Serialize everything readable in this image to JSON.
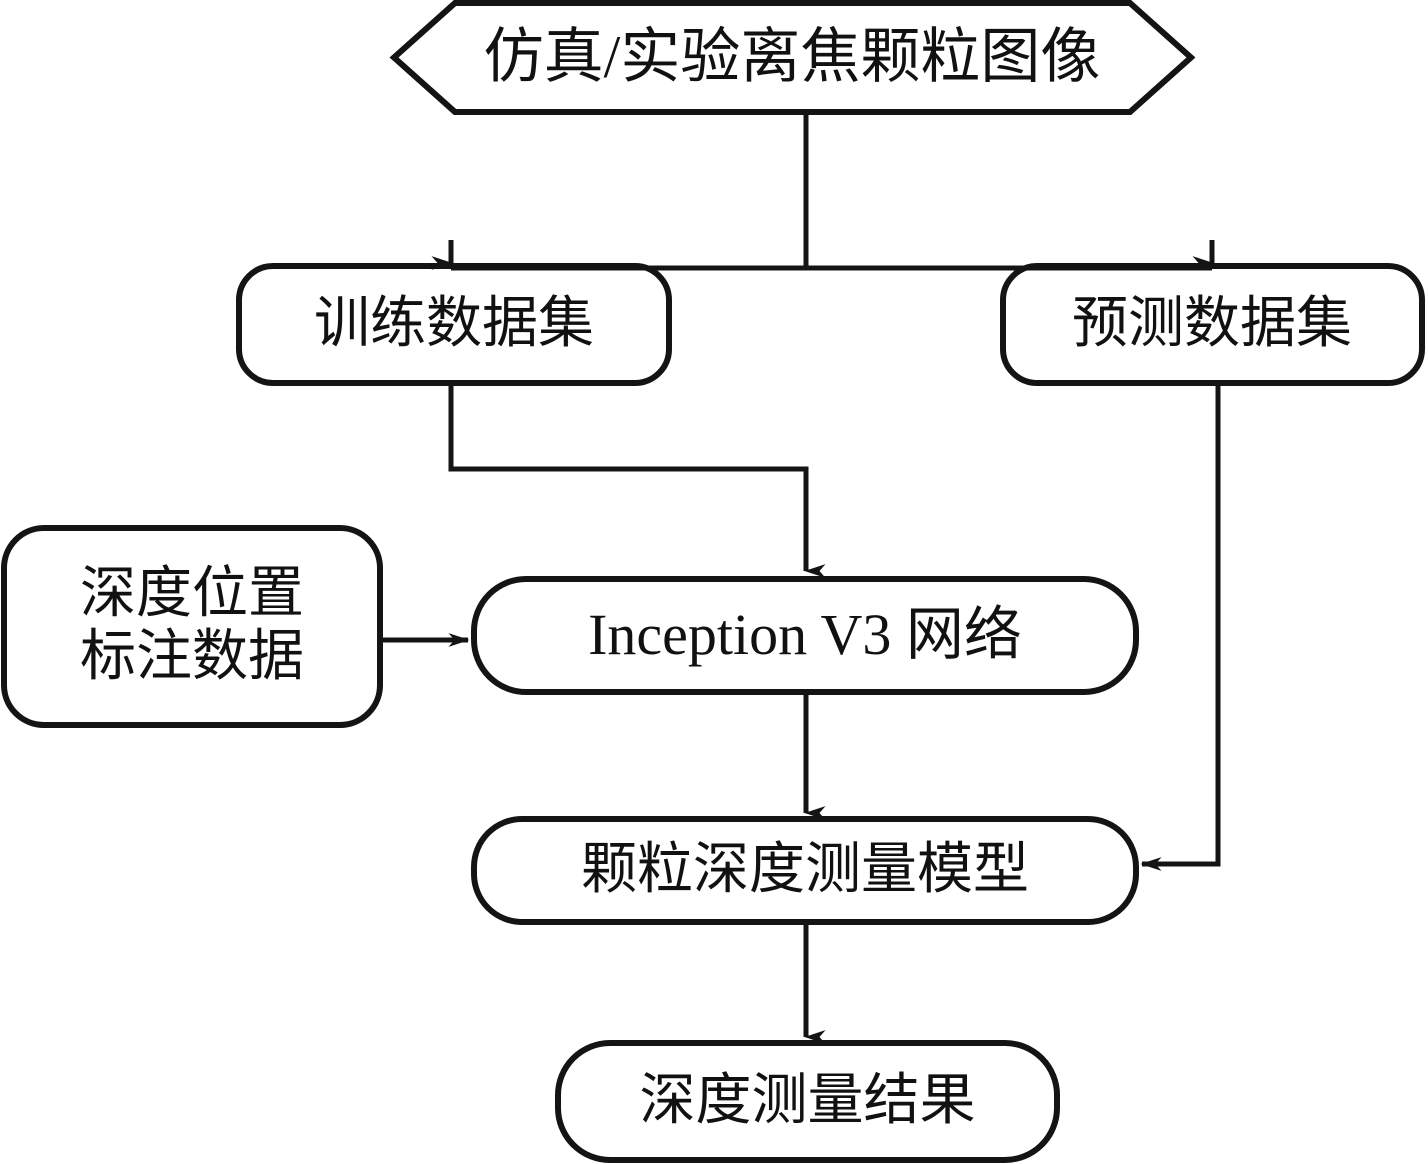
{
  "diagram": {
    "title": "Particle depth measurement flowchart",
    "stroke_color": "#141414",
    "fill_color": "#ffffff",
    "nodes": [
      {
        "id": "source",
        "shape": "hexagon",
        "label": "仿真/实验离焦颗粒图像"
      },
      {
        "id": "train",
        "shape": "rounded-rectangle",
        "label": "训练数据集"
      },
      {
        "id": "predict",
        "shape": "rounded-rectangle",
        "label": "预测数据集"
      },
      {
        "id": "annot",
        "shape": "rounded-rectangle",
        "label": "深度位置\n标注数据"
      },
      {
        "id": "net",
        "shape": "rounded-rectangle",
        "label": "Inception V3 网络"
      },
      {
        "id": "model",
        "shape": "rounded-rectangle",
        "label": "颗粒深度测量模型"
      },
      {
        "id": "result",
        "shape": "rounded-rectangle",
        "label": "深度测量结果"
      }
    ],
    "edges": [
      {
        "from": "source",
        "to": "train",
        "label": ""
      },
      {
        "from": "source",
        "to": "predict",
        "label": ""
      },
      {
        "from": "train",
        "to": "net",
        "label": ""
      },
      {
        "from": "annot",
        "to": "net",
        "label": ""
      },
      {
        "from": "net",
        "to": "model",
        "label": ""
      },
      {
        "from": "predict",
        "to": "model",
        "label": ""
      },
      {
        "from": "model",
        "to": "result",
        "label": ""
      }
    ]
  }
}
